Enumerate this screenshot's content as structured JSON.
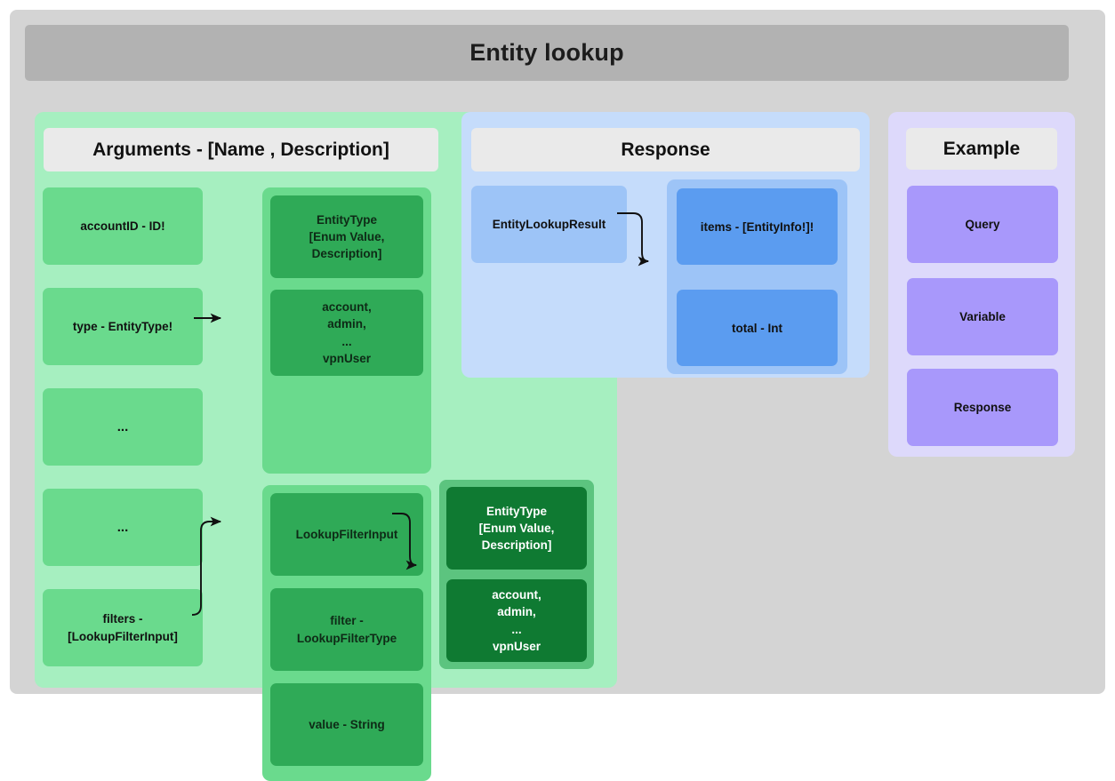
{
  "title": "Entity lookup",
  "colors": {
    "canvas": "#d4d4d4",
    "title_bar": "#b2b2b2",
    "args_panel": "#a6efc0",
    "args_box": "#6ada8d",
    "args_dark_box": "#2faa57",
    "args_darkest_box": "#0f7a32",
    "response_panel": "#c5dcfb",
    "response_box": "#9dc4f7",
    "response_inner_box": "#5b9cf0",
    "example_panel": "#ddd9fb",
    "example_box": "#a898fb",
    "header_chip": "#eaeaea",
    "arrow": "#111111"
  },
  "arguments": {
    "header": "Arguments - [Name , Description]",
    "left_column": [
      {
        "label": "accountID - ID!"
      },
      {
        "label": "type - EntityType!"
      },
      {
        "label": "..."
      },
      {
        "label": "..."
      },
      {
        "label": "filters - [LookupFilterInput]"
      }
    ],
    "enum_subpanel": {
      "type_header": "EntityType [Enum Value, Description]",
      "values": "account, admin, ... vpnUser"
    },
    "filter_subpanel": {
      "input_header": "LookupFilterInput",
      "fields": [
        {
          "label": "filter - LookupFilterType"
        },
        {
          "label": "value - String"
        }
      ]
    },
    "filter_enum_panel": {
      "type_header": "EntityType [Enum Value, Description]",
      "values": "account, admin, ... vpnUser"
    }
  },
  "response": {
    "header": "Response",
    "result_type": "EntityLookupResult",
    "fields": [
      {
        "label": "items - [EntityInfo!]!"
      },
      {
        "label": "total - Int"
      }
    ]
  },
  "example": {
    "header": "Example",
    "items": [
      {
        "label": "Query"
      },
      {
        "label": "Variable"
      },
      {
        "label": "Response"
      }
    ]
  }
}
